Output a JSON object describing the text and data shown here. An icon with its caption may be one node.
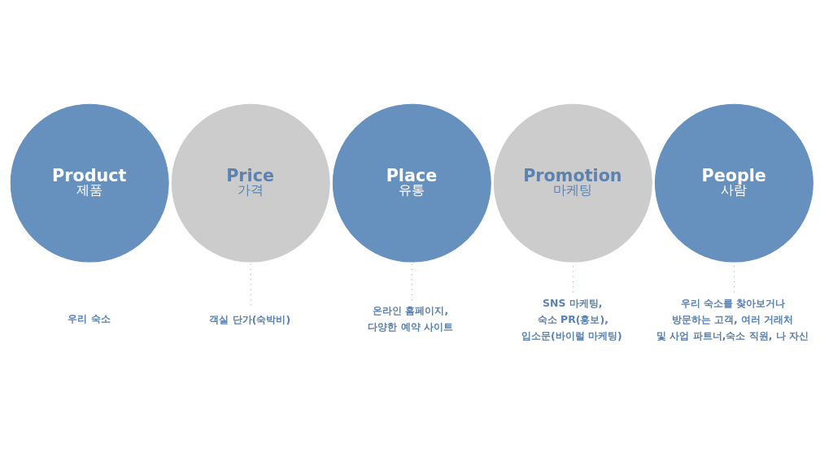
{
  "diagram": {
    "nodes": [
      {
        "text": [
          "Product",
          "제품"
        ]
      },
      {
        "text": [
          "Price",
          "가격"
        ]
      },
      {
        "text": [
          "Place",
          "유통"
        ]
      },
      {
        "text": [
          "Promotion",
          "마케팅"
        ]
      },
      {
        "text": [
          "People",
          "사람"
        ]
      },
      {
        "text": [
          "객실 단가(숙박비)"
        ]
      },
      {
        "text": [
          "온라인 홈페이지, 다양한 예약 사이트"
        ]
      },
      {
        "text": [
          "SNS 마케팅, 숙소 PR(홍보), 입소문(바이럴 마케팅)"
        ]
      },
      {
        "text": [
          "우리 숙소를 찾아보거나 방문하는 고객, 여러 거래처 및 사업 파트너,숙소 직원, 나 자신"
        ]
      }
    ],
    "edges": [
      {
        "from": 5,
        "to": 1,
        "arrow": "none",
        "style": "dashed"
      },
      {
        "from": 6,
        "to": 2,
        "arrow": "none",
        "style": "dashed"
      },
      {
        "from": 7,
        "to": 3,
        "arrow": "none",
        "style": "dashed"
      },
      {
        "from": 8,
        "to": 4,
        "arrow": "none",
        "style": "dashed"
      }
    ],
    "labels": [
      "우리 숙소"
    ]
  }
}
